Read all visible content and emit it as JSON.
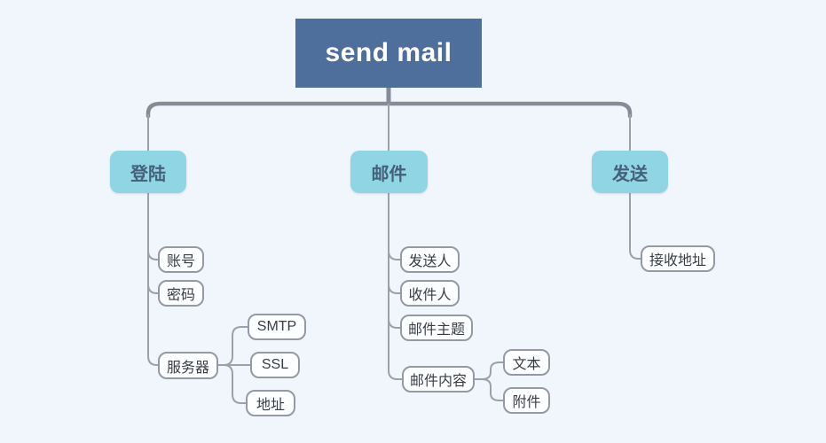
{
  "tree": {
    "root": {
      "label": "send mail"
    },
    "branches": [
      {
        "label": "登陆",
        "children": [
          {
            "label": "账号"
          },
          {
            "label": "密码"
          },
          {
            "label": "服务器",
            "children": [
              {
                "label": "SMTP"
              },
              {
                "label": "SSL"
              },
              {
                "label": "地址"
              }
            ]
          }
        ]
      },
      {
        "label": "邮件",
        "children": [
          {
            "label": "发送人"
          },
          {
            "label": "收件人"
          },
          {
            "label": "邮件主题"
          },
          {
            "label": "邮件内容",
            "children": [
              {
                "label": "文本"
              },
              {
                "label": "附件"
              }
            ]
          }
        ]
      },
      {
        "label": "发送",
        "children": [
          {
            "label": "接收地址"
          }
        ]
      }
    ]
  },
  "colors": {
    "background": "#f0f6fb",
    "root_fill": "#4e6e9b",
    "root_text": "#ffffff",
    "branch_fill": "#8fd5e4",
    "branch_text": "#44607a",
    "leaf_fill": "#fdfeff",
    "leaf_border": "#949aa3",
    "leaf_text": "#383d44",
    "connector_thin": "#9ba1aa",
    "connector_thick": "#868c97"
  }
}
